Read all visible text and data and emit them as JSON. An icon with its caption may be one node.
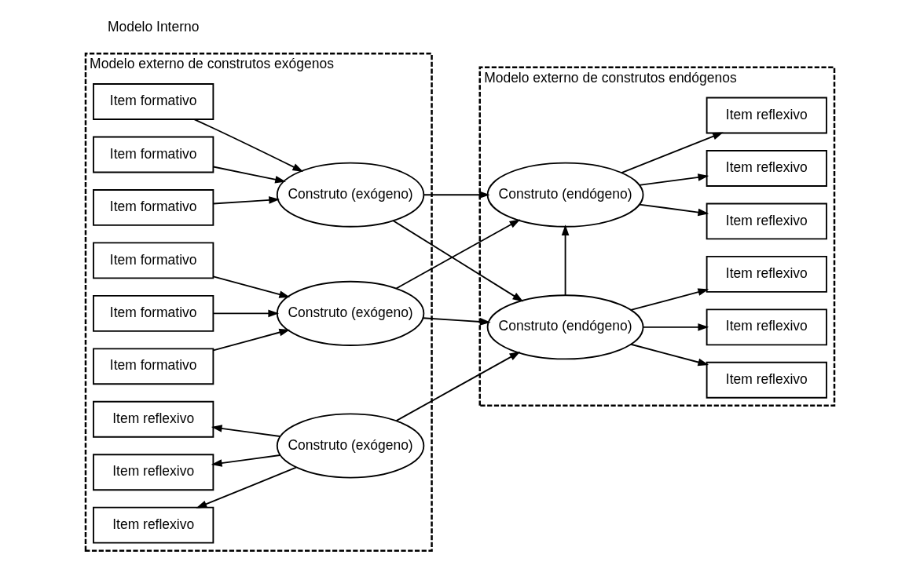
{
  "diagram": {
    "nodes": [
      {
        "text": [
          "Modelo externo de construtos exógenos"
        ]
      },
      {
        "text": [
          "Item formativo"
        ],
        "in": 0
      },
      {
        "text": [
          "Item formativo"
        ],
        "in": 0
      },
      {
        "text": [
          "Item formativo"
        ],
        "in": 0
      },
      {
        "text": [
          "Construto (exógeno)"
        ],
        "in": 0
      },
      {
        "text": [
          "Item formativo"
        ],
        "in": 0
      },
      {
        "text": [
          "Item formativo"
        ],
        "in": 0
      },
      {
        "text": [
          "Item formativo"
        ],
        "in": 0
      },
      {
        "text": [
          "Construto (exógeno)"
        ],
        "in": 0
      },
      {
        "text": [
          "Item reflexivo"
        ],
        "in": 0
      },
      {
        "text": [
          "Item reflexivo"
        ],
        "in": 0
      },
      {
        "text": [
          "Item reflexivo"
        ],
        "in": 0
      },
      {
        "text": [
          "Construto (exógeno)"
        ],
        "in": 0
      },
      {
        "text": [
          "Modelo externo de construtos endógenos"
        ]
      },
      {
        "text": [
          "Construto (endógeno)"
        ],
        "in": 13
      },
      {
        "text": [
          "Construto (endógeno)"
        ],
        "in": 13
      },
      {
        "text": [
          "Item reflexivo"
        ],
        "in": 13
      },
      {
        "text": [
          "Item reflexivo"
        ],
        "in": 13
      },
      {
        "text": [
          "Item reflexivo"
        ],
        "in": 13
      },
      {
        "text": [
          "Item reflexivo"
        ],
        "in": 13
      },
      {
        "text": [
          "Item reflexivo"
        ],
        "in": 13
      },
      {
        "text": [
          "Item reflexivo"
        ],
        "in": 13
      }
    ],
    "edges": [
      {
        "from": 1,
        "to": 4,
        "arrow": "to"
      },
      {
        "from": 2,
        "to": 4,
        "arrow": "to"
      },
      {
        "from": 3,
        "to": 4,
        "arrow": "to"
      },
      {
        "from": 5,
        "to": 8,
        "arrow": "to"
      },
      {
        "from": 6,
        "to": 8,
        "arrow": "to"
      },
      {
        "from": 7,
        "to": 8,
        "arrow": "to"
      },
      {
        "from": 12,
        "to": 9,
        "arrow": "to"
      },
      {
        "from": 12,
        "to": 10,
        "arrow": "to"
      },
      {
        "from": 12,
        "to": 11,
        "arrow": "to"
      },
      {
        "from": 4,
        "to": 14,
        "arrow": "to"
      },
      {
        "from": 4,
        "to": 15,
        "arrow": "to"
      },
      {
        "from": 8,
        "to": 14,
        "arrow": "to"
      },
      {
        "from": 8,
        "to": 15,
        "arrow": "to"
      },
      {
        "from": 12,
        "to": 14,
        "arrow": "to"
      },
      {
        "from": 14,
        "to": 15,
        "arrow": "to"
      },
      {
        "from": 14,
        "to": 16,
        "arrow": "to"
      },
      {
        "from": 14,
        "to": 17,
        "arrow": "to"
      },
      {
        "from": 14,
        "to": 18,
        "arrow": "to"
      },
      {
        "from": 15,
        "to": 19,
        "arrow": "to"
      },
      {
        "from": 15,
        "to": 20,
        "arrow": "to"
      },
      {
        "from": 15,
        "to": 21,
        "arrow": "to"
      }
    ],
    "labels": [
      "Modelo Interno"
    ]
  }
}
